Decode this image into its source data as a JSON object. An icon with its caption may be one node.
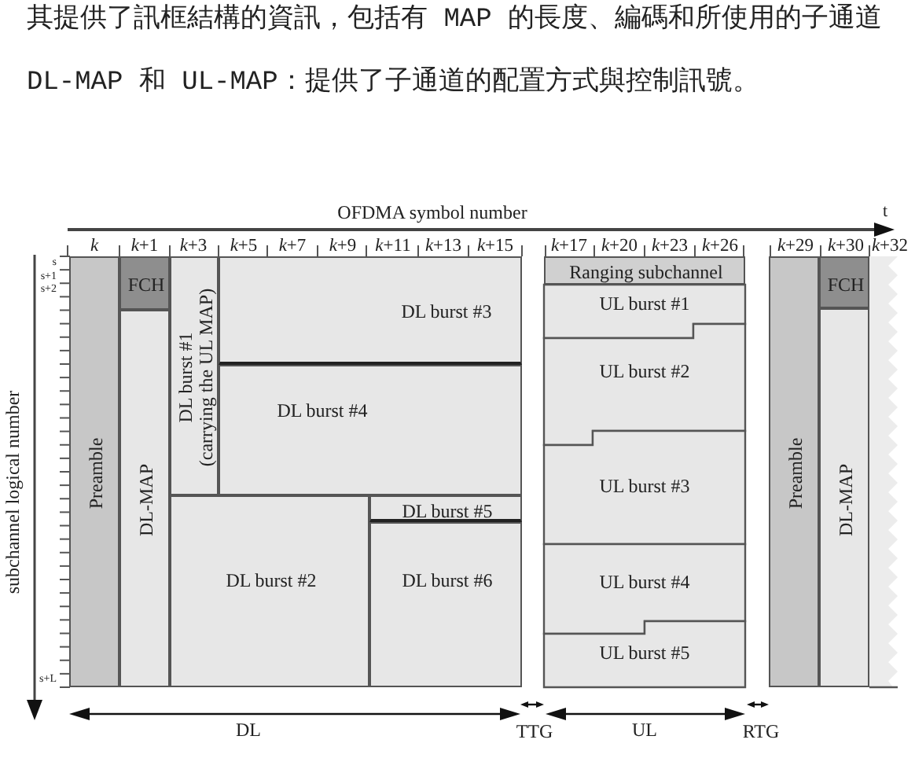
{
  "diagram": {
    "nodes": [
      {
        "text": [
          "Preamble"
        ]
      },
      {
        "text": [
          "FCH"
        ]
      },
      {
        "text": [
          "DL-MAP"
        ]
      },
      {
        "text": [
          "DL burst #1",
          "(carrying the UL MAP)"
        ]
      },
      {
        "text": [
          "DL burst #3"
        ]
      },
      {
        "text": [
          "DL burst #4"
        ]
      },
      {
        "text": [
          "DL burst #2"
        ]
      },
      {
        "text": [
          "DL burst #5"
        ]
      },
      {
        "text": [
          "DL burst #6"
        ]
      },
      {
        "text": [
          "Ranging subchannel"
        ]
      },
      {
        "text": [
          "UL burst #1"
        ]
      },
      {
        "text": [
          "UL burst #2"
        ]
      },
      {
        "text": [
          "UL burst #3"
        ]
      },
      {
        "text": [
          "UL burst #4"
        ]
      },
      {
        "text": [
          "UL burst #5"
        ]
      },
      {
        "text": [
          "Preamble"
        ]
      },
      {
        "text": [
          "FCH"
        ]
      },
      {
        "text": [
          "DL-MAP"
        ]
      },
      {
        "text": [],
        "shape": "box"
      }
    ],
    "labels": [
      "其提供了訊框結構的資訊，包括有 MAP 的長度、編碼和所使用的子通道",
      "DL-MAP 和 UL-MAP：提供了子通道的配置方式與控制訊號。",
      "OFDMA symbol number",
      "t",
      "k",
      "*k*+1",
      "*k*+3",
      "*k*+5",
      "*k*+7",
      "*k*+9",
      "*k*+11",
      "*k*+13",
      "*k*+15",
      "*k*+17",
      "*k*+20",
      "*k*+23",
      "*k*+26",
      "*k*+29",
      "*k*+30",
      "*k*+32",
      "subchannel logical number",
      "s",
      "s+1",
      "s+2",
      "s+L",
      "DL",
      "TTG",
      "UL",
      "RTG"
    ]
  }
}
